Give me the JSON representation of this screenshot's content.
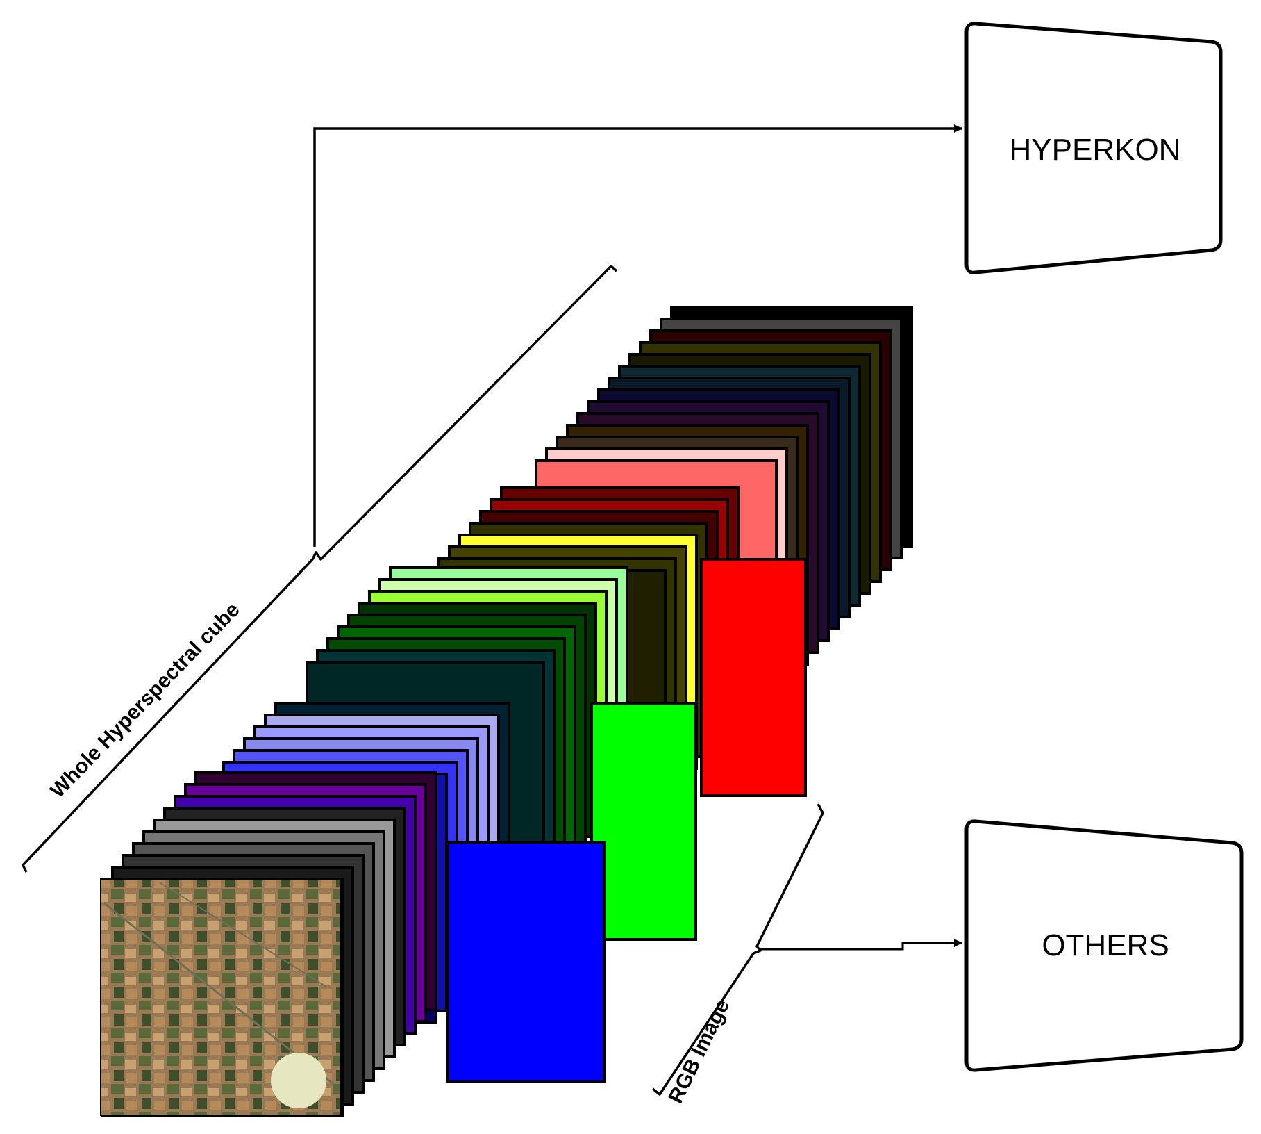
{
  "boxes": {
    "hyperkon": "HYPERKON",
    "others": "OTHERS"
  },
  "braces": {
    "cube": "Whole Hyperspectral cube",
    "rgb": "RGB Image"
  },
  "layers": {
    "back_group": [
      "#000000",
      "#444444",
      "#2a0000",
      "#333300",
      "#1a1a00",
      "#0d2a33",
      "#0a1a2a",
      "#0a0a33",
      "#200a33",
      "#2a0a2a",
      "#332200",
      "#3a2a1a",
      "#ffcccc",
      "#ff6666"
    ],
    "red_group": [
      "#660000",
      "#990000",
      "#440000",
      "#333300",
      "#ffff33",
      "#444400",
      "#333300",
      "#202000"
    ],
    "green_group": [
      "#99ff99",
      "#ccffaa",
      "#99ff33",
      "#003300",
      "#004400",
      "#006600",
      "#004d00",
      "#003333",
      "#002626"
    ],
    "blue_group": [
      "#002233",
      "#aaaaee",
      "#9999ff",
      "#8888ee",
      "#5555ff",
      "#3333ff",
      "#1111aa",
      "#000066"
    ],
    "front_group": [
      "#330033",
      "#660099",
      "#4400aa",
      "#222222",
      "#999999",
      "#777777",
      "#555555",
      "#333333",
      "#1a1a1a",
      "#000000"
    ]
  },
  "colors": {
    "red": "#ff0000",
    "green": "#00ff00",
    "blue": "#0000ff"
  }
}
